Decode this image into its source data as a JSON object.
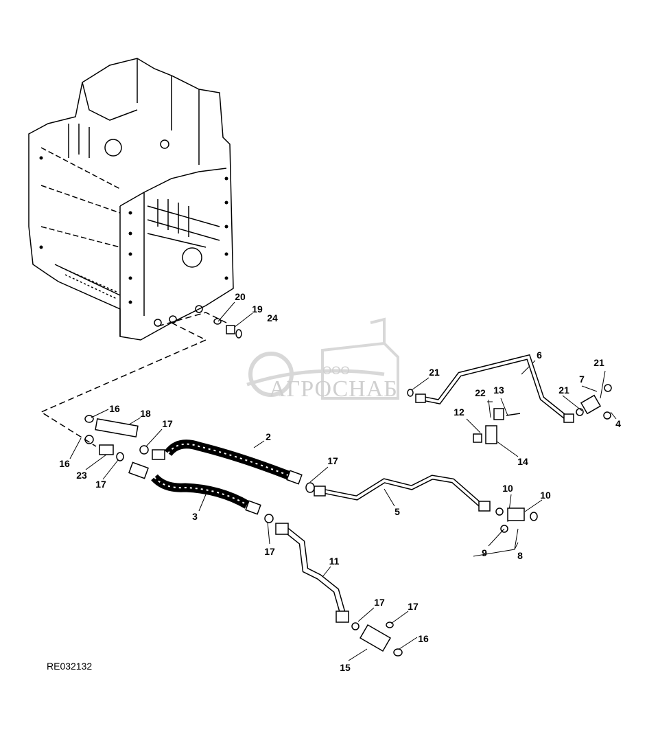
{
  "diagram_code": "RE032132",
  "watermark": {
    "company_prefix": "ООО",
    "company_name": "АГРОСНАБ"
  },
  "callouts": [
    "20",
    "19",
    "24",
    "16",
    "18",
    "17",
    "2",
    "16",
    "23",
    "17",
    "3",
    "17",
    "5",
    "17",
    "11",
    "17",
    "17",
    "16",
    "15",
    "21",
    "6",
    "21",
    "7",
    "21",
    "4",
    "22",
    "13",
    "12",
    "14",
    "10",
    "10",
    "9",
    "8"
  ]
}
